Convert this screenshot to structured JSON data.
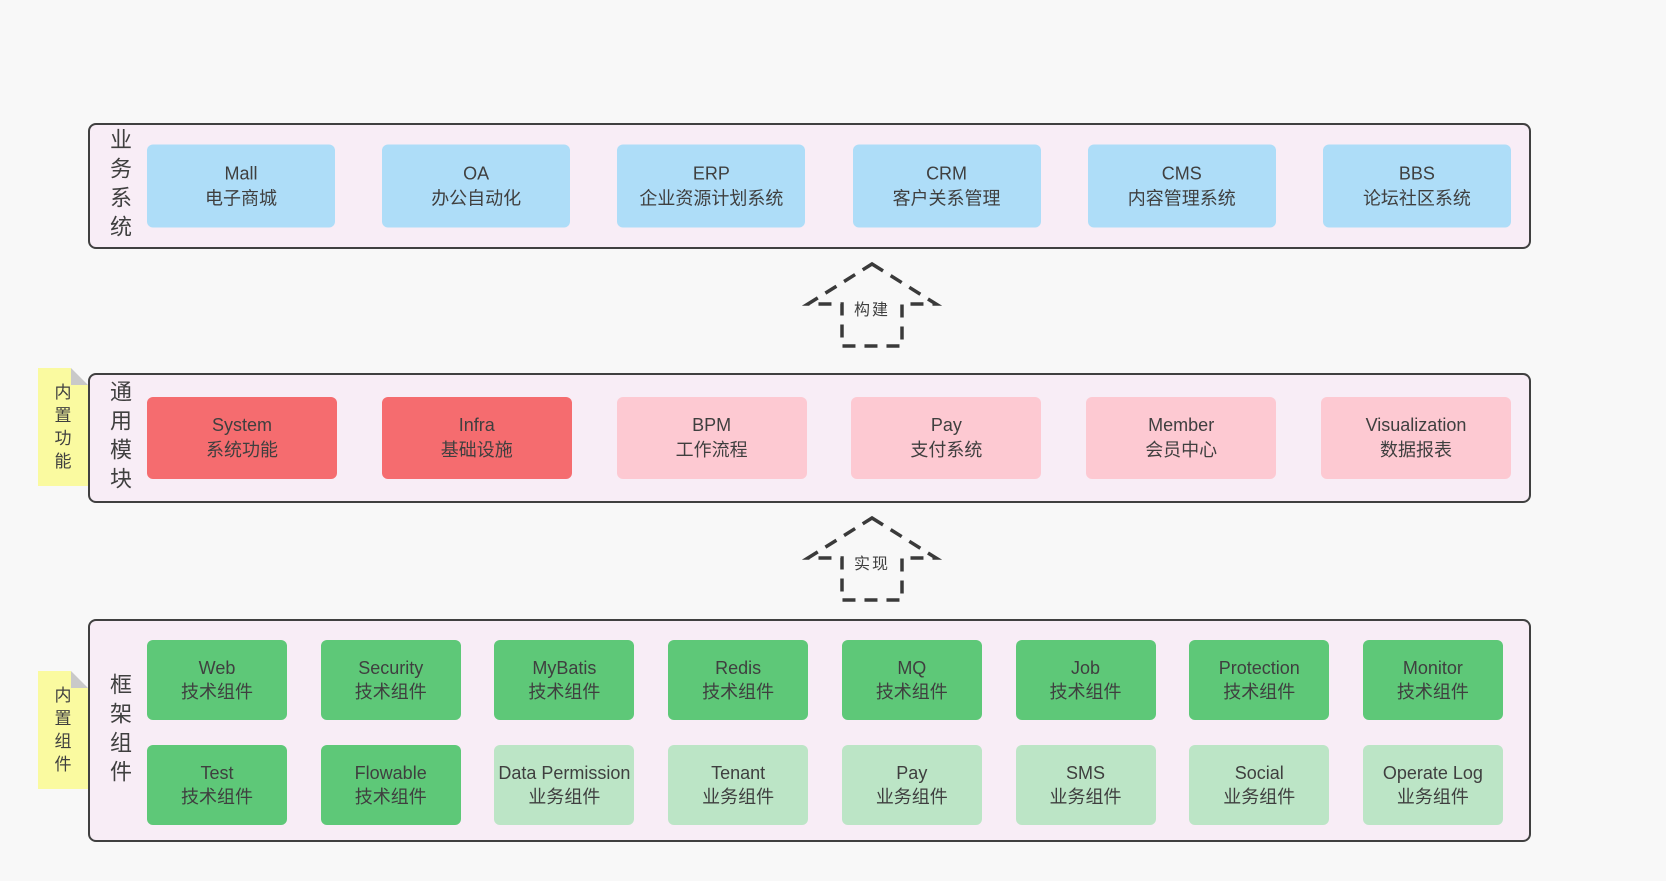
{
  "arrows": {
    "build": "构建",
    "implement": "实现"
  },
  "layers": {
    "business": {
      "label": "业务系统",
      "boxes": [
        {
          "title": "Mall",
          "subtitle": "电子商城"
        },
        {
          "title": "OA",
          "subtitle": "办公自动化"
        },
        {
          "title": "ERP",
          "subtitle": "企业资源计划系统"
        },
        {
          "title": "CRM",
          "subtitle": "客户关系管理"
        },
        {
          "title": "CMS",
          "subtitle": "内容管理系统"
        },
        {
          "title": "BBS",
          "subtitle": "论坛社区系统"
        }
      ]
    },
    "modules": {
      "note": "内置功能",
      "label": "通用模块",
      "boxes": [
        {
          "title": "System",
          "subtitle": "系统功能",
          "variant": "red"
        },
        {
          "title": "Infra",
          "subtitle": "基础设施",
          "variant": "red"
        },
        {
          "title": "BPM",
          "subtitle": "工作流程",
          "variant": "pink"
        },
        {
          "title": "Pay",
          "subtitle": "支付系统",
          "variant": "pink"
        },
        {
          "title": "Member",
          "subtitle": "会员中心",
          "variant": "pink"
        },
        {
          "title": "Visualization",
          "subtitle": "数据报表",
          "variant": "pink"
        }
      ]
    },
    "components": {
      "note": "内置组件",
      "label": "框架组件",
      "row1": [
        {
          "title": "Web",
          "subtitle": "技术组件"
        },
        {
          "title": "Security",
          "subtitle": "技术组件"
        },
        {
          "title": "MyBatis",
          "subtitle": "技术组件"
        },
        {
          "title": "Redis",
          "subtitle": "技术组件"
        },
        {
          "title": "MQ",
          "subtitle": "技术组件"
        },
        {
          "title": "Job",
          "subtitle": "技术组件"
        },
        {
          "title": "Protection",
          "subtitle": "技术组件"
        },
        {
          "title": "Monitor",
          "subtitle": "技术组件"
        }
      ],
      "row2": [
        {
          "title": "Test",
          "subtitle": "技术组件",
          "variant": "green-dark"
        },
        {
          "title": "Flowable",
          "subtitle": "技术组件",
          "variant": "green-dark"
        },
        {
          "title": "Data Permission",
          "subtitle": "业务组件",
          "variant": "green-light"
        },
        {
          "title": "Tenant",
          "subtitle": "业务组件",
          "variant": "green-light"
        },
        {
          "title": "Pay",
          "subtitle": "业务组件",
          "variant": "green-light"
        },
        {
          "title": "SMS",
          "subtitle": "业务组件",
          "variant": "green-light"
        },
        {
          "title": "Social",
          "subtitle": "业务组件",
          "variant": "green-light"
        },
        {
          "title": "Operate Log",
          "subtitle": "业务组件",
          "variant": "green-light"
        }
      ]
    }
  },
  "colors": {
    "page_bg": "#f8f8f8",
    "layer_bg": "#f8edf6",
    "layer_border": "#404040",
    "business_box_blue": "#aeddf8",
    "core_module_red": "#f56c6f",
    "module_pink": "#fdc9d2",
    "tech_component_green": "#5ec878",
    "biz_component_green": "#bce5c6",
    "note_yellow": "#fafaa0",
    "text": "#3f3f3f"
  }
}
